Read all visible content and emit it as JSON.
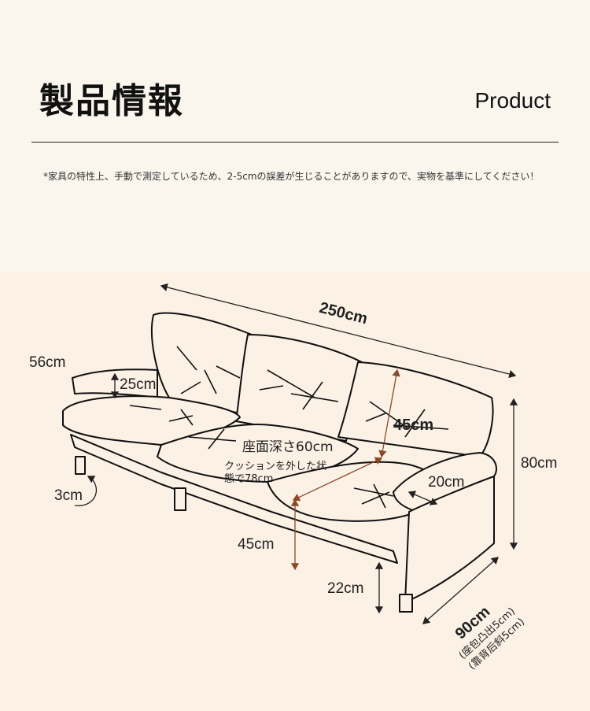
{
  "header": {
    "title_jp": "製品情報",
    "title_en": "Product",
    "note": "*家具の特性上、手動で測定しているため、2-5cmの誤差が生じることがありますので、実物を基準にしてください！"
  },
  "dimensions": {
    "width": "250cm",
    "arm_height": "56cm",
    "arm_thickness": "25cm",
    "back_height": "45cm",
    "seat_depth": "座面深さ60cm",
    "seat_note_1": "クッションを外した状",
    "seat_note_2": "態で78cm",
    "arm_width": "20cm",
    "total_height": "80cm",
    "leg_tilt": "3cm",
    "seat_height": "45cm",
    "leg_height": "22cm",
    "depth": "90cm",
    "depth_note_1": "(座包凸出5cm)",
    "depth_note_2": "(靠背后斜5cm)"
  },
  "colors": {
    "arrow_brown": "#8a4a2a",
    "line": "#222222"
  }
}
